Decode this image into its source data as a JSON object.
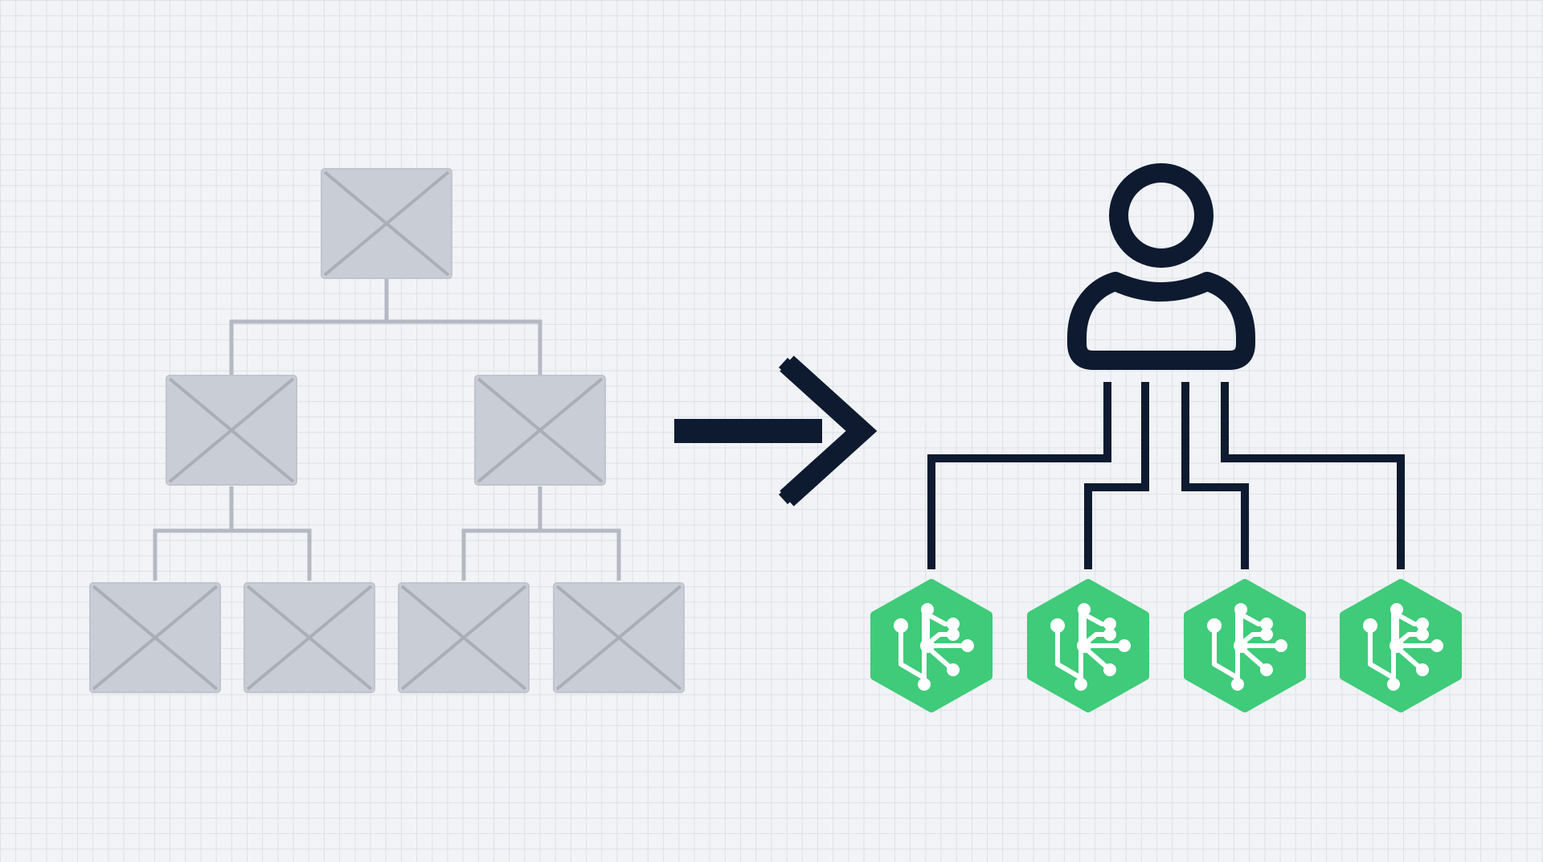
{
  "diagram": {
    "left_tree": {
      "nodes": [
        {
          "id": "root",
          "level": 0
        },
        {
          "id": "mid-left",
          "level": 1,
          "parent": "root"
        },
        {
          "id": "mid-right",
          "level": 1,
          "parent": "root"
        },
        {
          "id": "leaf-1",
          "level": 2,
          "parent": "mid-left"
        },
        {
          "id": "leaf-2",
          "level": 2,
          "parent": "mid-left"
        },
        {
          "id": "leaf-3",
          "level": 2,
          "parent": "mid-right"
        },
        {
          "id": "leaf-4",
          "level": 2,
          "parent": "mid-right"
        }
      ],
      "node_icon": "placeholder-box-icon"
    },
    "arrow_icon": "arrow-right-icon",
    "right_tree": {
      "root_icon": "user-icon",
      "children_count": 4,
      "child_icon": "ai-agent-hexagon-icon"
    },
    "colors": {
      "background": "#f1f3f6",
      "grid": "#dde1e7",
      "placeholder_fill": "#c9cdd5",
      "placeholder_stroke": "#a9aeb8",
      "connector_gray": "#b4b9c2",
      "dark": "#0e1a2f",
      "agent_green": "#3fcb7a",
      "icon_white": "#ffffff"
    }
  }
}
